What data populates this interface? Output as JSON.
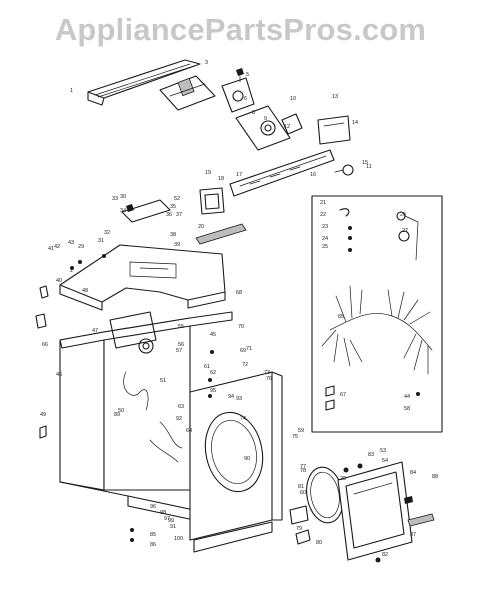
{
  "watermark": "AppliancePartsPros.com",
  "callouts": [
    {
      "label": "1"
    },
    {
      "label": "2"
    },
    {
      "label": "3"
    },
    {
      "label": "5"
    },
    {
      "label": "6"
    },
    {
      "label": "8"
    },
    {
      "label": "9"
    },
    {
      "label": "10"
    },
    {
      "label": "11"
    },
    {
      "label": "12"
    },
    {
      "label": "13"
    },
    {
      "label": "14"
    },
    {
      "label": "15"
    },
    {
      "label": "16"
    },
    {
      "label": "17"
    },
    {
      "label": "18"
    },
    {
      "label": "19"
    },
    {
      "label": "20"
    },
    {
      "label": "21"
    },
    {
      "label": "22"
    },
    {
      "label": "23"
    },
    {
      "label": "24"
    },
    {
      "label": "25"
    },
    {
      "label": "26"
    },
    {
      "label": "27"
    },
    {
      "label": "28"
    },
    {
      "label": "29"
    },
    {
      "label": "30"
    },
    {
      "label": "31"
    },
    {
      "label": "32"
    },
    {
      "label": "33"
    },
    {
      "label": "34"
    },
    {
      "label": "35"
    },
    {
      "label": "36"
    },
    {
      "label": "37"
    },
    {
      "label": "38"
    },
    {
      "label": "39"
    },
    {
      "label": "40"
    },
    {
      "label": "41"
    },
    {
      "label": "42"
    },
    {
      "label": "43"
    },
    {
      "label": "44"
    },
    {
      "label": "45"
    },
    {
      "label": "46"
    },
    {
      "label": "47"
    },
    {
      "label": "48"
    },
    {
      "label": "49"
    },
    {
      "label": "50"
    },
    {
      "label": "51"
    },
    {
      "label": "52"
    },
    {
      "label": "53"
    },
    {
      "label": "54"
    },
    {
      "label": "55"
    },
    {
      "label": "56"
    },
    {
      "label": "57"
    },
    {
      "label": "58"
    },
    {
      "label": "59"
    },
    {
      "label": "60"
    },
    {
      "label": "61"
    },
    {
      "label": "62"
    },
    {
      "label": "63"
    },
    {
      "label": "64"
    },
    {
      "label": "65"
    },
    {
      "label": "66"
    },
    {
      "label": "67"
    },
    {
      "label": "68"
    },
    {
      "label": "69"
    },
    {
      "label": "70"
    },
    {
      "label": "71"
    },
    {
      "label": "72"
    },
    {
      "label": "73"
    },
    {
      "label": "74"
    },
    {
      "label": "75"
    },
    {
      "label": "76"
    },
    {
      "label": "77"
    },
    {
      "label": "78"
    },
    {
      "label": "79"
    },
    {
      "label": "80"
    },
    {
      "label": "81"
    },
    {
      "label": "82"
    },
    {
      "label": "83"
    },
    {
      "label": "84"
    },
    {
      "label": "85"
    },
    {
      "label": "86"
    },
    {
      "label": "87"
    },
    {
      "label": "88"
    },
    {
      "label": "89"
    },
    {
      "label": "90"
    },
    {
      "label": "91"
    },
    {
      "label": "92"
    },
    {
      "label": "93"
    },
    {
      "label": "94"
    },
    {
      "label": "95"
    },
    {
      "label": "96"
    },
    {
      "label": "97"
    },
    {
      "label": "98"
    },
    {
      "label": "99"
    },
    {
      "label": "100"
    }
  ],
  "colors": {
    "ink": "#1a1a1a",
    "watermark": "#c8c8c8",
    "background": "#ffffff"
  }
}
